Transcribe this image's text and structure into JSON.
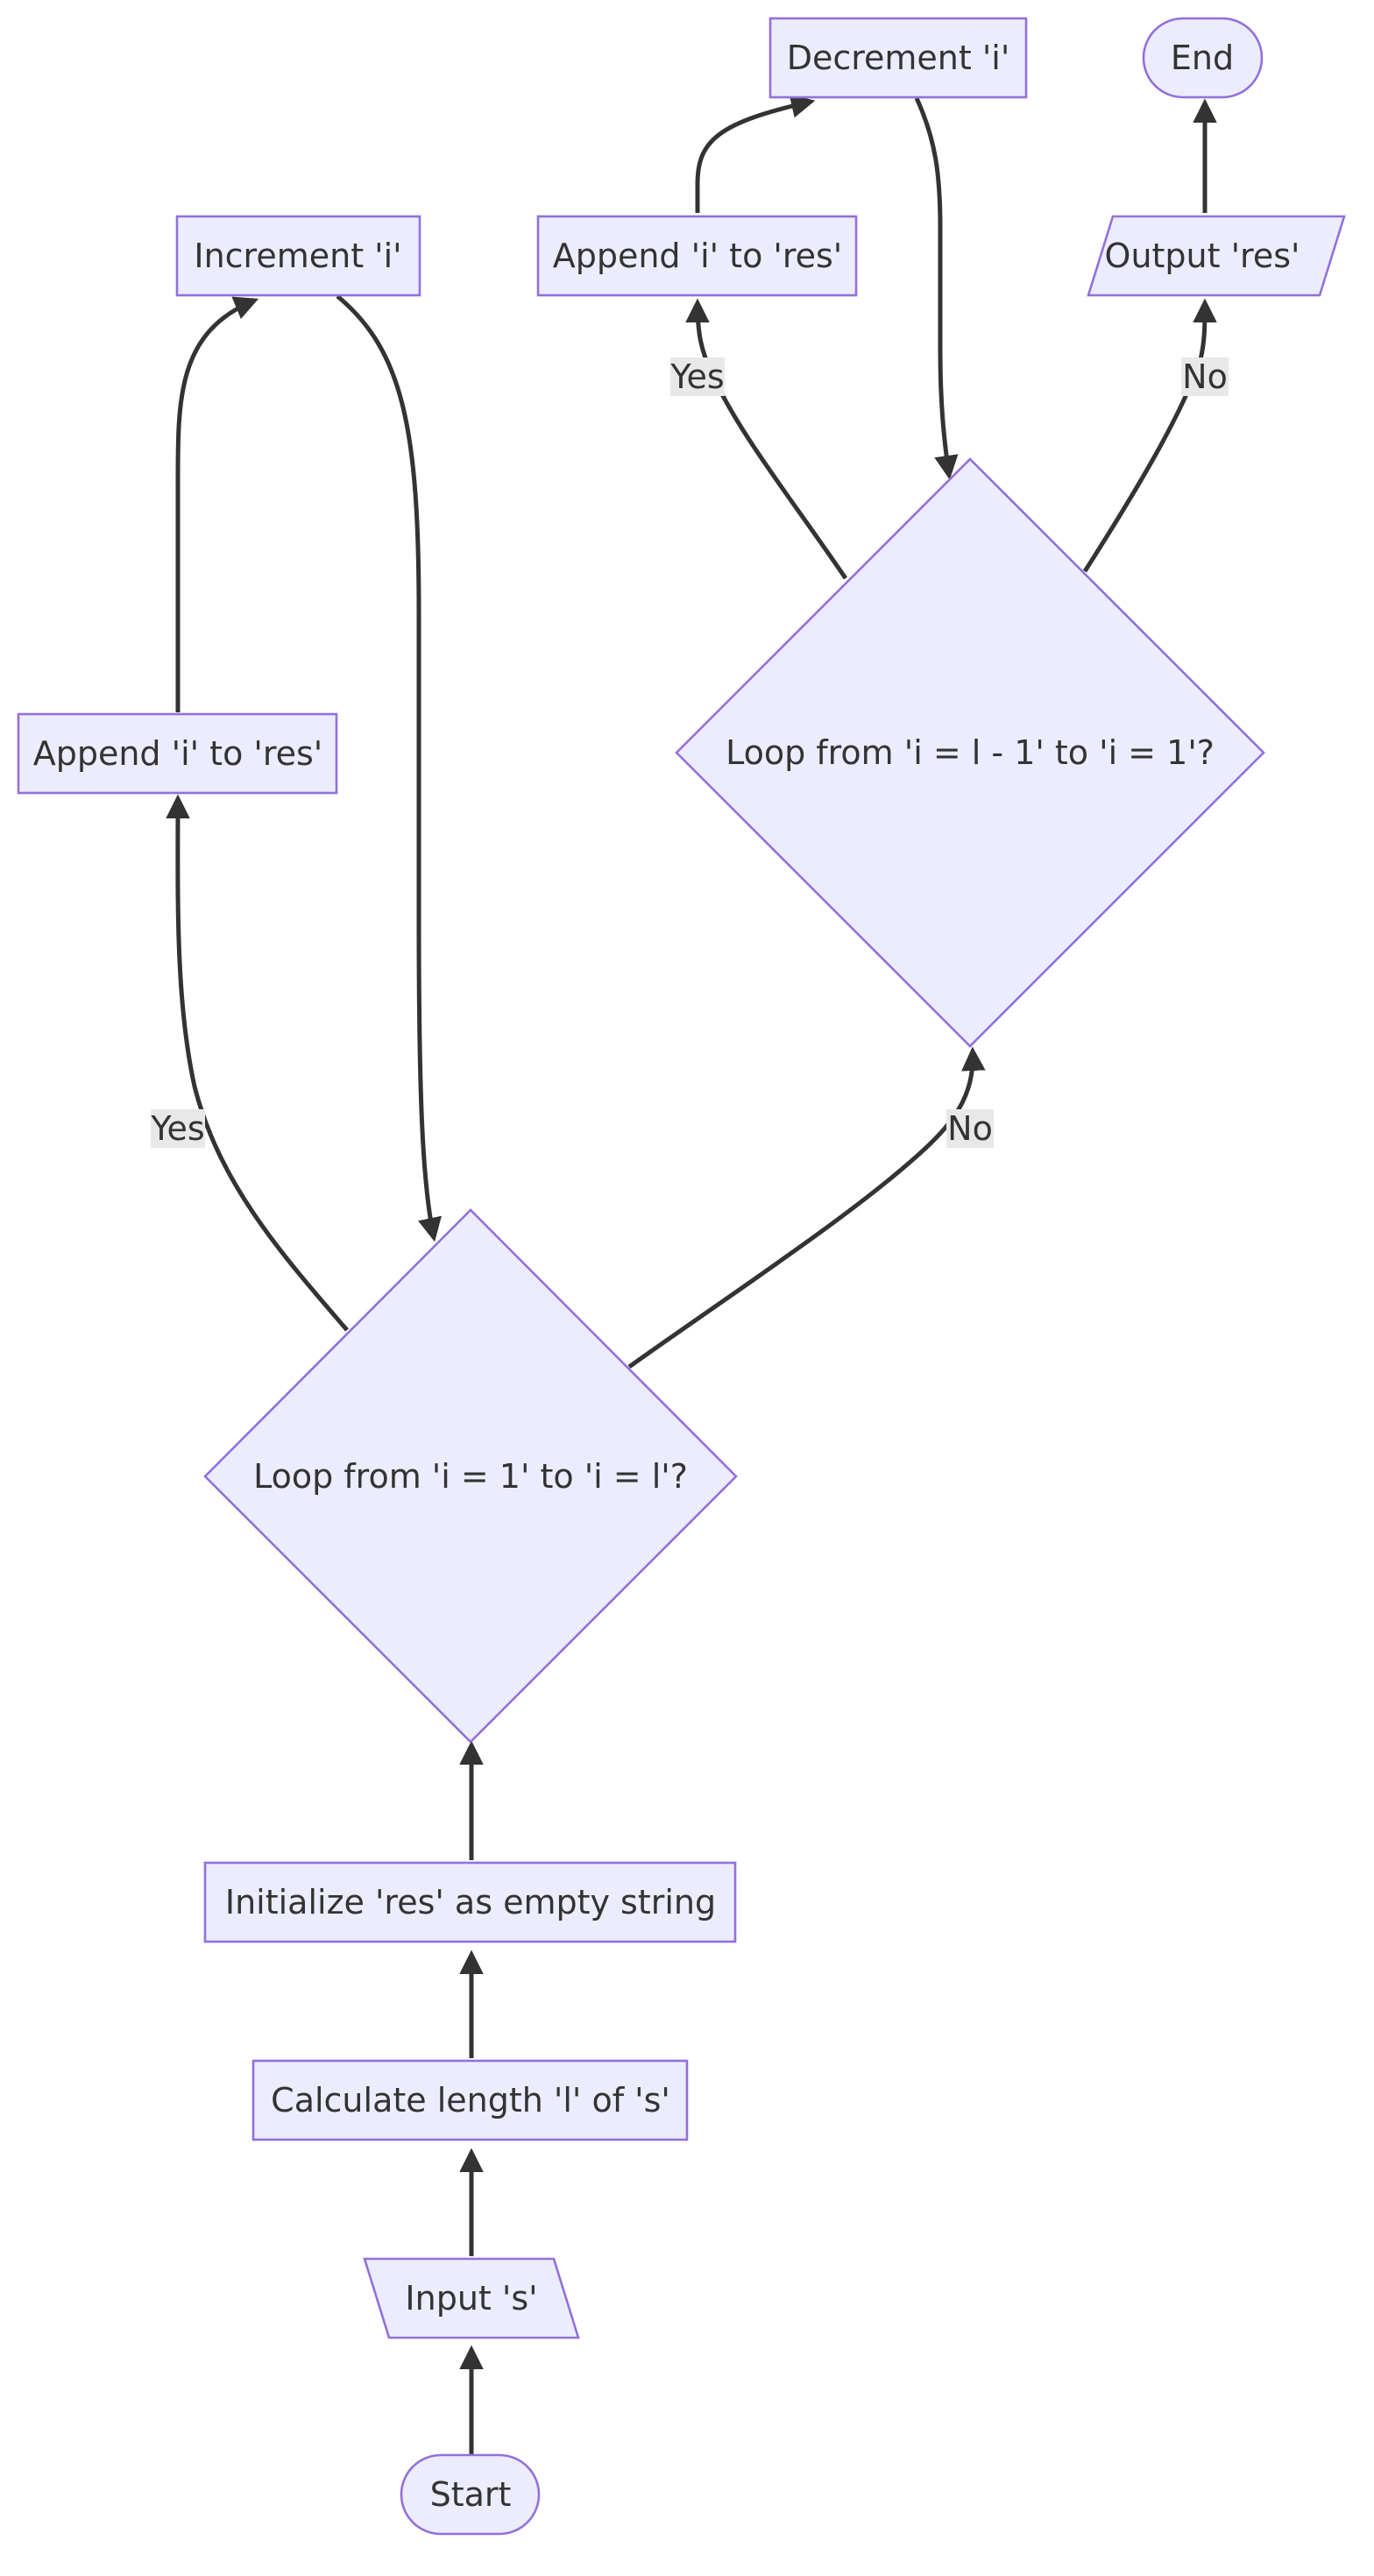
{
  "nodes": {
    "start": "Start",
    "input_s": "Input 's'",
    "calc_length": "Calculate length 'l' of 's'",
    "init_res": "Initialize 'res' as empty string",
    "loop_forward": "Loop from 'i = 1' to 'i = l'?",
    "append_forward": "Append 'i' to 'res'",
    "increment_i": "Increment 'i'",
    "loop_backward": "Loop from 'i = l - 1' to 'i = 1'?",
    "append_backward": "Append 'i' to 'res'",
    "decrement_i": "Decrement 'i'",
    "output_res": "Output 'res'",
    "end": "End"
  },
  "edge_labels": {
    "forward_yes": "Yes",
    "forward_no": "No",
    "backward_yes": "Yes",
    "backward_no": "No"
  },
  "colors": {
    "node_fill": "#ECECFF",
    "node_stroke": "#9370DB",
    "edge": "#333333",
    "text": "#333333",
    "edge_label_bg": "#e8e8e8"
  }
}
